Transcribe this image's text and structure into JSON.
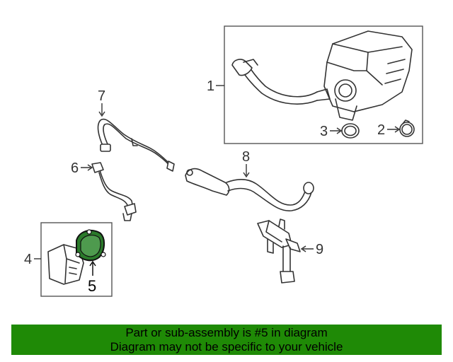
{
  "callouts": {
    "c1": "1",
    "c2": "2",
    "c3": "3",
    "c4": "4",
    "c5": "5",
    "c6": "6",
    "c7": "7",
    "c8": "8",
    "c9": "9"
  },
  "banner": {
    "line1": "Part or sub-assembly is #5 in diagram",
    "line2": "Diagram may not be specific to your vehicle"
  },
  "colors": {
    "banner_bg": "#1f8a06",
    "highlight_part": "#2a7a2a",
    "line": "#333333"
  }
}
